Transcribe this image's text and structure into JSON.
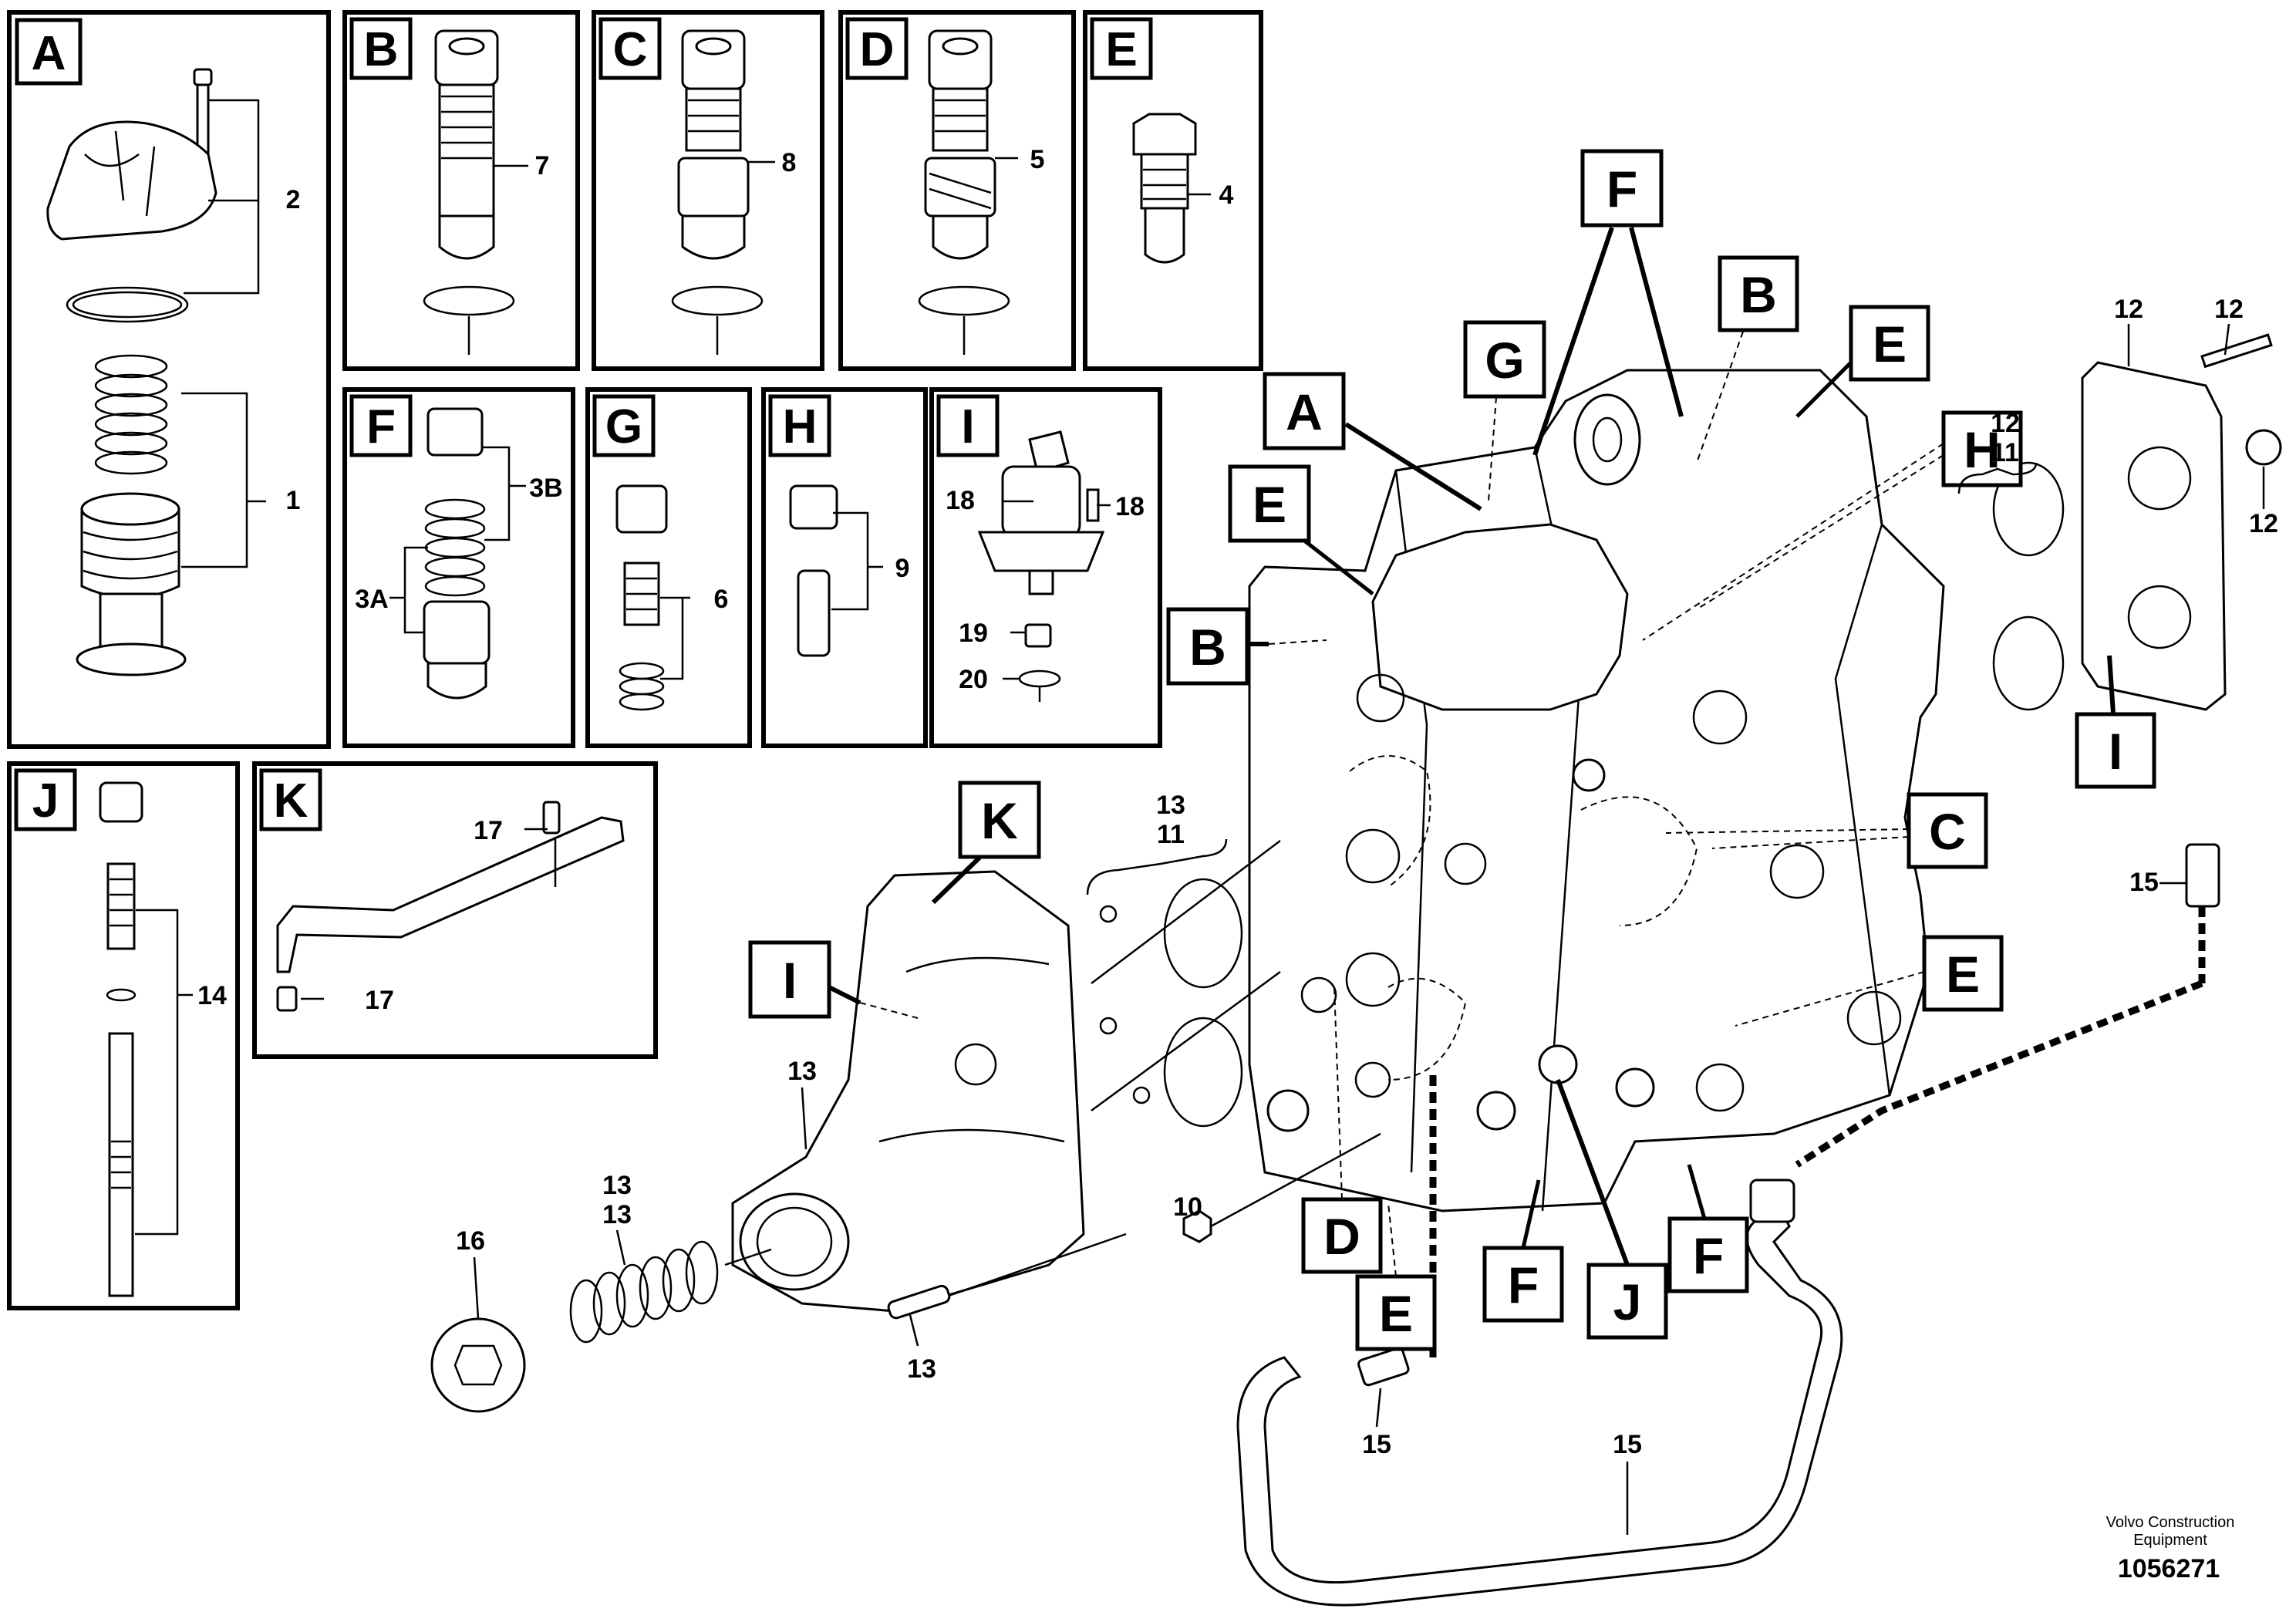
{
  "panels": [
    {
      "id": "A",
      "label": "A",
      "numbers": [
        "2",
        "1"
      ]
    },
    {
      "id": "B",
      "label": "B",
      "numbers": [
        "7"
      ]
    },
    {
      "id": "C",
      "label": "C",
      "numbers": [
        "8"
      ]
    },
    {
      "id": "D",
      "label": "D",
      "numbers": [
        "5"
      ]
    },
    {
      "id": "E",
      "label": "E",
      "numbers": [
        "4"
      ]
    },
    {
      "id": "F",
      "label": "F",
      "numbers": [
        "3B",
        "3A"
      ]
    },
    {
      "id": "G",
      "label": "G",
      "numbers": [
        "6"
      ]
    },
    {
      "id": "H",
      "label": "H",
      "numbers": [
        "9"
      ]
    },
    {
      "id": "I",
      "label": "I",
      "numbers": [
        "18",
        "18",
        "19",
        "20"
      ]
    },
    {
      "id": "J",
      "label": "J",
      "numbers": [
        "14"
      ]
    },
    {
      "id": "K",
      "label": "K",
      "numbers": [
        "17",
        "17"
      ]
    }
  ],
  "callouts": [
    "F",
    "B",
    "E",
    "G",
    "A",
    "H",
    "E",
    "B",
    "C",
    "I",
    "K",
    "I",
    "E",
    "D",
    "E",
    "F",
    "J",
    "F"
  ],
  "part_numbers": [
    "12",
    "12",
    "12",
    "12",
    "11",
    "15",
    "13",
    "11",
    "13",
    "13",
    "16",
    "13",
    "10",
    "13",
    "15",
    "15"
  ],
  "footer": {
    "credit_line1": "Volvo Construction",
    "credit_line2": "Equipment",
    "doc_id": "1056271"
  }
}
